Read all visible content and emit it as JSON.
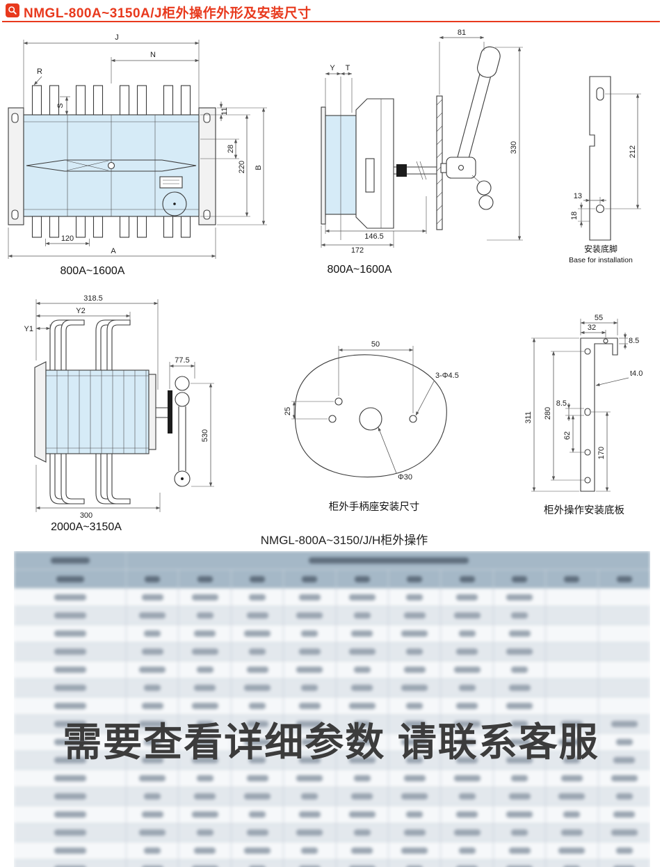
{
  "header": {
    "title": "NMGL-800A~3150A/J柜外操作外形及安装尺寸"
  },
  "drawings": {
    "front_view_small": {
      "label": "800A~1600A",
      "dims": {
        "J": "J",
        "N": "N",
        "R": "R",
        "S": "S",
        "n11": "11",
        "n28": "28",
        "n220": "220",
        "B": "B",
        "n120": "120",
        "A": "A"
      }
    },
    "side_view_small": {
      "label": "800A~1600A",
      "dims": {
        "Y": "Y",
        "T": "T",
        "n81": "81",
        "n330": "330",
        "n146_5": "146.5",
        "n172": "172"
      }
    },
    "install_base": {
      "label_cn": "安装底脚",
      "label_en": "Base for installation",
      "dims": {
        "n212": "212",
        "n13": "13",
        "n18": "18"
      }
    },
    "front_view_large": {
      "label": "2000A~3150A",
      "dims": {
        "n318_5": "318.5",
        "Y2": "Y2",
        "Y1": "Y1",
        "n77_5": "77.5",
        "n530": "530",
        "n300": "300"
      }
    },
    "handle_base": {
      "label": "柜外手柄座安装尺寸",
      "dims": {
        "n50": "50",
        "n25": "25",
        "holes": "3-Φ4.5",
        "center_hole": "Φ30"
      }
    },
    "mount_plate": {
      "label": "柜外操作安装底板",
      "dims": {
        "n55": "55",
        "n32": "32",
        "n8_5_top": "8.5",
        "thickness": "t4.0",
        "n311": "311",
        "n280": "280",
        "n8_5_left": "8.5",
        "n62": "62",
        "n170": "170"
      }
    }
  },
  "caption": "NMGL-800A~3150/J/H柜外操作",
  "table": {
    "blurred": true,
    "watermark": "需要查看详细参数 请联系客服",
    "columns": 11,
    "data_rows": 16
  }
}
